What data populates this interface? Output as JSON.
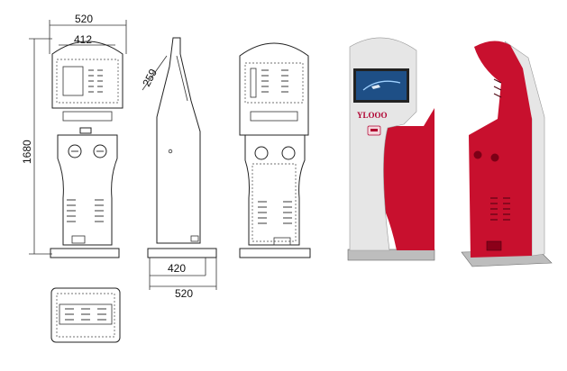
{
  "dimensions": {
    "width_top": "520",
    "width_inner": "412",
    "height_total": "1680",
    "screen_angle_len": "259",
    "side_base_inner": "420",
    "side_base_total": "520"
  },
  "render": {
    "brand_text": "YLOOO",
    "body_color": "#c8102e",
    "panel_color": "#e6e6e6",
    "screen_color": "#1e4f86"
  }
}
